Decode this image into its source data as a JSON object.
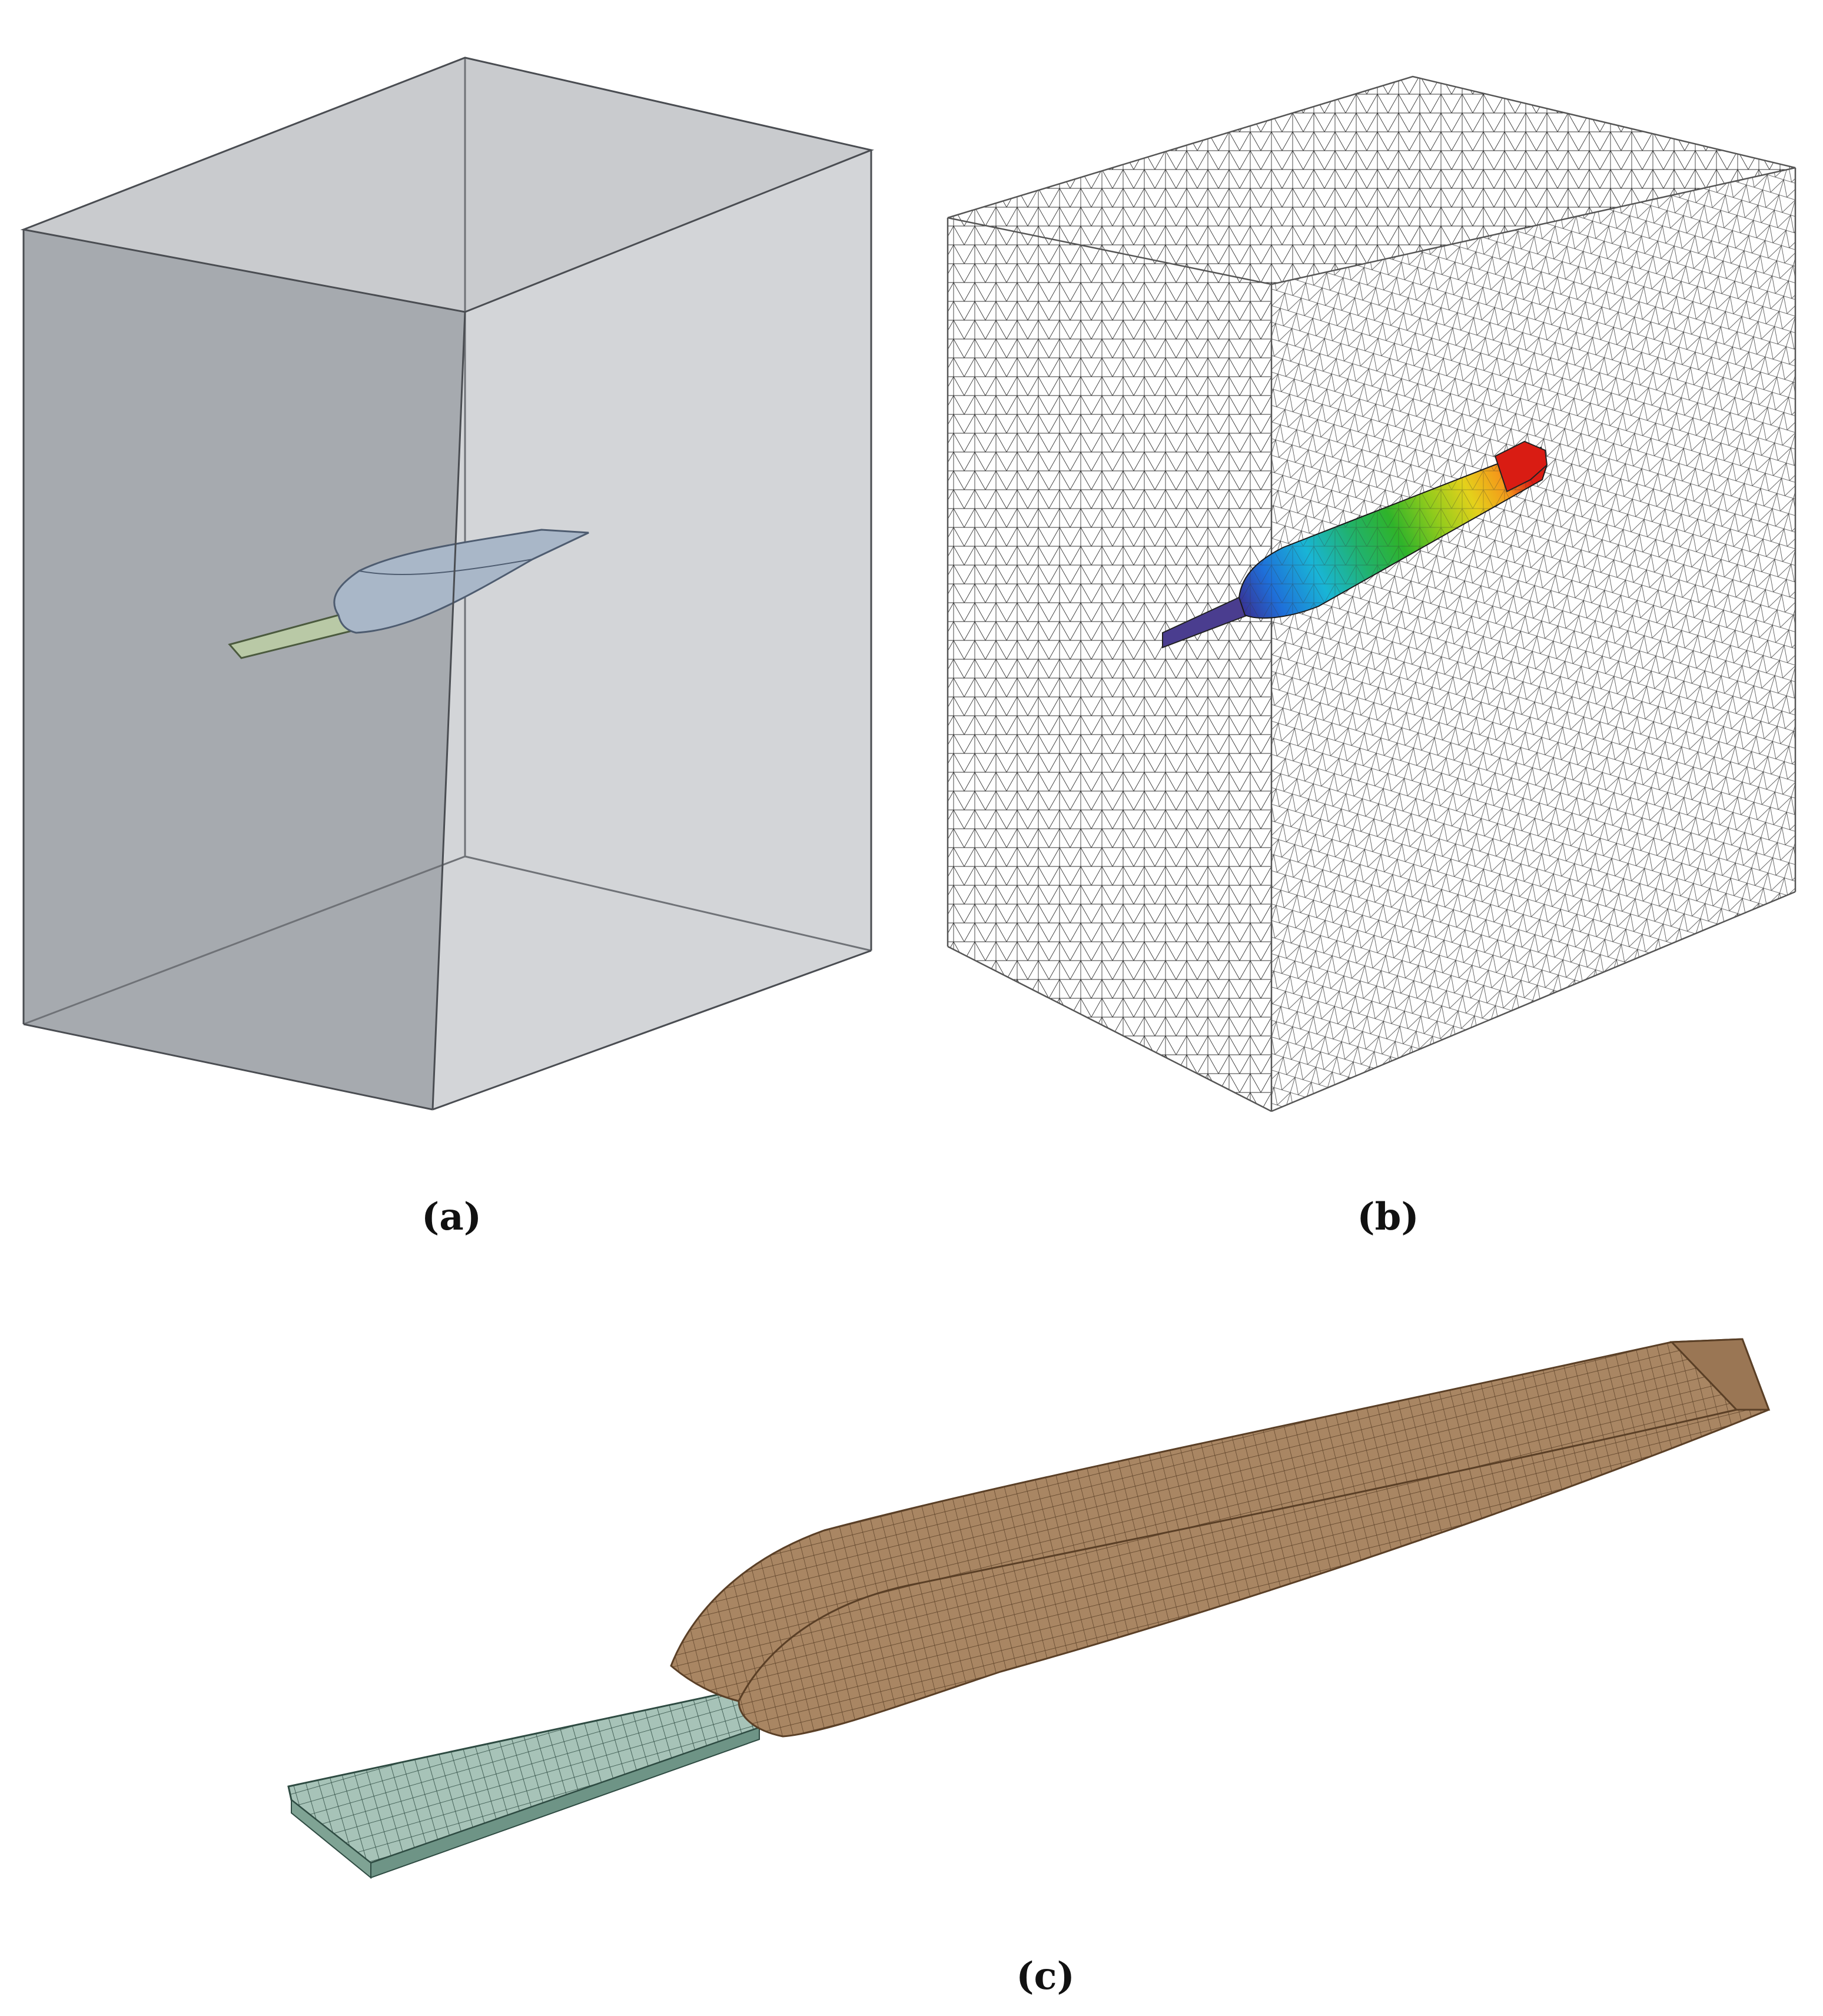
{
  "panels": [
    {
      "id": "a",
      "caption": "(a)"
    },
    {
      "id": "b",
      "caption": "(b)"
    },
    {
      "id": "c",
      "caption": "(c)"
    }
  ],
  "colors": {
    "box_left_face": "#a6aaaf",
    "box_right_face": "#d3d5d8",
    "box_top_face": "#c9cbce",
    "box_edge": "#5a5d62",
    "blade_a": "#a9b7c8",
    "root_a": "#b9c9a6",
    "mesh_line": "#222222",
    "blade_c": "#a98663",
    "root_c": "#a7c3b8",
    "contour": [
      "#3b2a8c",
      "#1e6fd9",
      "#19b5d6",
      "#21b26b",
      "#2fb32a",
      "#8fcb1c",
      "#e4d11b",
      "#f49a1a",
      "#d91c13"
    ]
  }
}
